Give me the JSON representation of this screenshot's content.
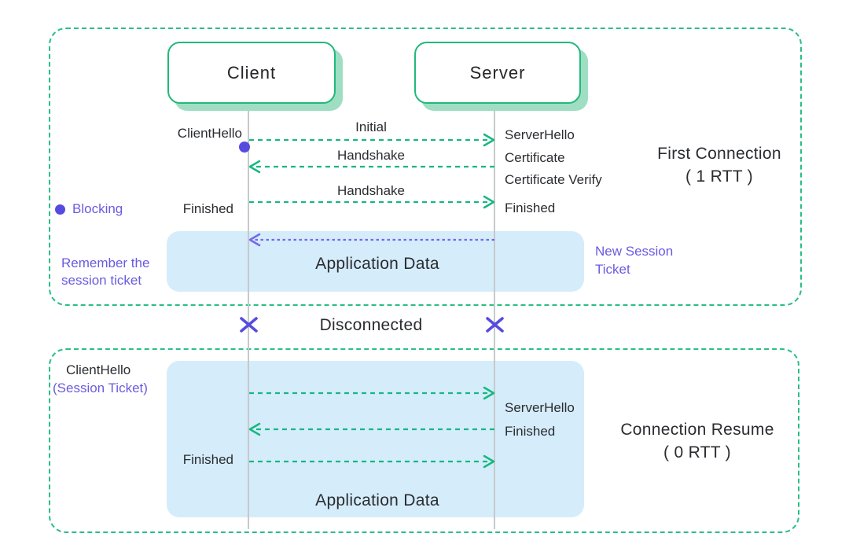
{
  "actors": {
    "client": "Client",
    "server": "Server"
  },
  "first_connection": {
    "title_line1": "First Connection",
    "title_line2": "( 1 RTT )",
    "client_hello": "ClientHello",
    "client_finished": "Finished",
    "server_hello": "ServerHello",
    "certificate": "Certificate",
    "certificate_verify": "Certificate Verify",
    "server_finished": "Finished",
    "arrow_initial": "Initial",
    "arrow_handshake_1": "Handshake",
    "arrow_handshake_2": "Handshake",
    "application_data": "Application Data",
    "blocking": "Blocking",
    "remember_line1": "Remember the",
    "remember_line2": "session ticket",
    "new_session_line1": "New Session",
    "new_session_line2": "Ticket"
  },
  "disconnected": "Disconnected",
  "connection_resume": {
    "title_line1": "Connection Resume",
    "title_line2": "( 0 RTT )",
    "client_hello": "ClientHello",
    "session_ticket": "(Session Ticket)",
    "server_hello": "ServerHello",
    "server_finished": "Finished",
    "client_finished": "Finished",
    "application_data": "Application Data"
  },
  "colors": {
    "green_border": "#21b97a",
    "green_shadow": "#9fdec2",
    "green_arrow": "#17b87f",
    "purple_text": "#6a5be0",
    "purple_marker": "#564be0",
    "blue_panel": "#d5ecfb",
    "lifeline": "#c7c9ca",
    "text": "#2a2c30"
  }
}
